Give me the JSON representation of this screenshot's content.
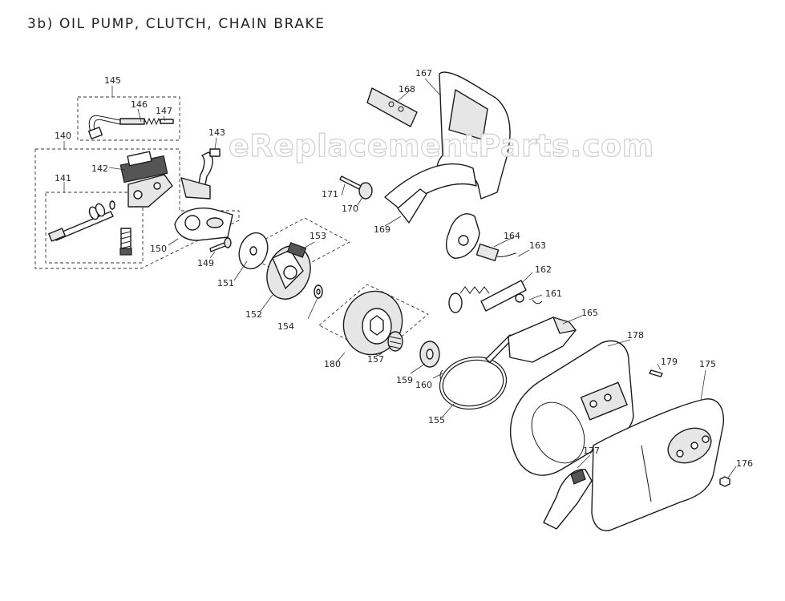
{
  "title": "3b)  OIL PUMP, CLUTCH, CHAIN BRAKE",
  "watermark": "eReplacementParts.com",
  "parts": {
    "p140": "140",
    "p141": "141",
    "p142": "142",
    "p143": "143",
    "p145": "145",
    "p146": "146",
    "p147": "147",
    "p149": "149",
    "p150": "150",
    "p151": "151",
    "p152": "152",
    "p153": "153",
    "p154": "154",
    "p155": "155",
    "p157": "157",
    "p159": "159",
    "p160": "160",
    "p161": "161",
    "p162": "162",
    "p163": "163",
    "p164": "164",
    "p165": "165",
    "p167": "167",
    "p168": "168",
    "p169": "169",
    "p170": "170",
    "p171": "171",
    "p175": "175",
    "p176": "176",
    "p177": "177",
    "p178": "178",
    "p179": "179",
    "p180": "180"
  }
}
